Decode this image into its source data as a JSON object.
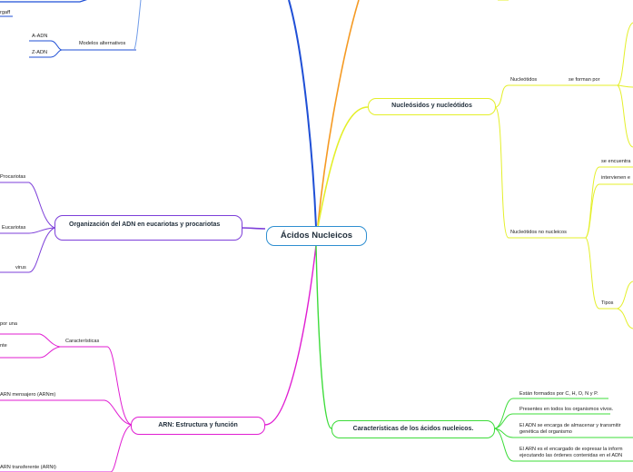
{
  "root": {
    "label": "Ácidos Nucleicos"
  },
  "branches": {
    "organizacion": {
      "label": "Organización del ADN en eucariotas y procariotas",
      "children": [
        "Procariotas",
        "Eucariotas",
        "virus"
      ]
    },
    "nucleosidos": {
      "label": "Nucleósidos y nucleótidos",
      "nucleotidos": "Nucleótidos",
      "se_forman_por": "se forman por",
      "no_nucleicos": "Nucleótidos no nucleicos",
      "se_encuentra": "se encuentra",
      "intervienen": "intervienen e",
      "tipos": "Tipos"
    },
    "caracteristicas": {
      "label": "Características de los ácidos nucleicos.",
      "items": [
        "Están formados por C, H, O, N y P.",
        "Presentes en todos los organismos vivos.",
        "El ADN se encarga de almacenar y transmitir genética del organismo",
        "El ARN es el encargado de expresar la inform ejecutando las órdenes contenidas en el ADN"
      ]
    },
    "arn": {
      "label": "ARN: Estructura y función",
      "caracteristicas": "Características",
      "por_una": "por una",
      "nte": "nte",
      "mensajero": "ARN mensajero (ARNm)",
      "transferente": "ARN transferente (ARNt)"
    },
    "adn_top": {
      "rgaff": "rgaff",
      "modelos": "Modelos alternativos",
      "a_adn": "A-ADN",
      "z_adn": "Z-ADN"
    }
  },
  "colors": {
    "blue": "#1f4fd6",
    "orange": "#f59a23",
    "yellow": "#e4ef2a",
    "purple": "#7d3fd9",
    "magenta": "#e01ed2",
    "green": "#3ddc3a",
    "root_border": "#2f8fd1"
  }
}
